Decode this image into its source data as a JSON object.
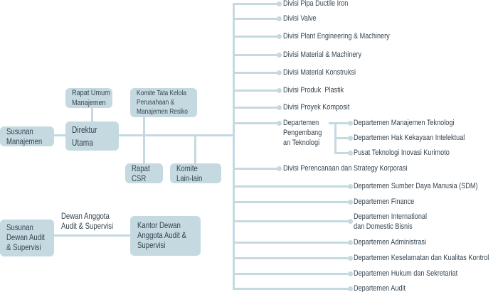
{
  "colors": {
    "box": "#c5d9e1",
    "line": "#c5d9e1",
    "text": "#36444f",
    "background": "#ffffff"
  },
  "management": {
    "susunan_manajemen": "Susunan\nManajemen",
    "direktur_utama": "Direktur\nUtama",
    "rapat_umum": "Rapat Umum\nManajemen",
    "komite_tata_kelola": "Komite Tata Kelola\nPerusahaan &\nManajemen Resiko",
    "rapat_csr": "Rapat\nCSR",
    "komite_lain": "Komite\nLain-lain"
  },
  "audit": {
    "susunan_dewan_audit": "Susunan\nDewan Audit\n& Supervisi",
    "connector_label": "Dewan Anggota\nAudit & Supervisi",
    "kantor_dewan": "Kantor Dewan\nAnggota Audit &\nSupervisi"
  },
  "divisions": [
    "Divisi Pipa Ductile Iron",
    "Divisi Valve",
    "Divisi Plant Engineering & Machinery",
    "Divisi Material & Machinery",
    "Divisi Material Konstruksi",
    "Divisi Produk  Plastik",
    "Divisi Proyek Komposit",
    "Divisi Perencanaan dan Strategy Korporasi"
  ],
  "tech_department": {
    "label": "Departemen\nPengembang\nan Teknologi",
    "children": [
      "Departemen Manajemen Teknologi",
      "Departemen Hak Kekayaan Intelektual",
      "Pusat Teknologi Inovasi Kurimoto"
    ]
  },
  "departments": [
    "Departemen Sumber Daya Manusia (SDM)",
    "Departemen Finance",
    "Departemen International\ndan Domestic Bisnis",
    "Departemen Administrasi",
    "Departemen Keselamatan dan Kualitas Kontrol",
    "Departemen Hukum dan Sekretariat",
    "Departemen Audit"
  ]
}
